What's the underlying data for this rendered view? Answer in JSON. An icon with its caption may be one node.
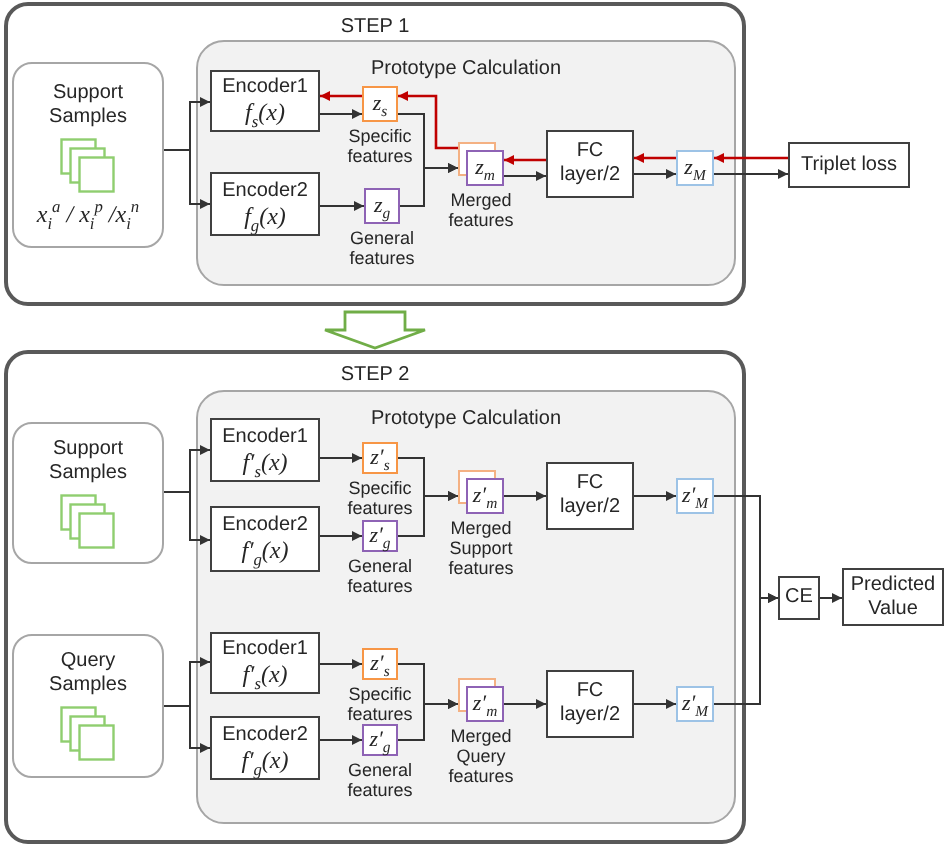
{
  "diagram": {
    "nodes": [
      {
        "text": [
          "STEP 1"
        ]
      },
      {
        "text": [
          "Prototype Calculation"
        ],
        "in": 0
      },
      {
        "text": [
          "Support Samples",
          "x$_{i}$$^{a}$ / x$_{i}$$^{p}$ /x$_{i}$$^{n}$"
        ],
        "in": 0
      },
      {
        "text": [
          "Encoder1",
          "f$_{s}$(x)"
        ],
        "in": 1
      },
      {
        "text": [
          "Encoder2",
          "f$_{g}$(x)"
        ],
        "in": 1
      },
      {
        "text": [
          "z$_{s}$"
        ],
        "in": 1,
        "beside": [
          "Specific features"
        ]
      },
      {
        "text": [
          "z$_{g}$"
        ],
        "in": 1,
        "beside": [
          "General features"
        ]
      },
      {
        "text": [
          "z$_{m}$"
        ],
        "in": 1,
        "beside": [
          "Merged features"
        ]
      },
      {
        "text": [
          "FC layer/2"
        ],
        "in": 1
      },
      {
        "text": [
          "z$_{M}$"
        ],
        "in": 1
      },
      {
        "text": [
          "Triplet loss"
        ]
      },
      {
        "text": [
          "STEP 2"
        ]
      },
      {
        "text": [
          "Prototype Calculation"
        ],
        "in": 11
      },
      {
        "text": [
          "Support Samples"
        ],
        "in": 11
      },
      {
        "text": [
          "Query Samples"
        ],
        "in": 11
      },
      {
        "text": [
          "Encoder1",
          "f′$_{s}$(x)"
        ],
        "in": 12
      },
      {
        "text": [
          "Encoder2",
          "f′$_{g}$(x)"
        ],
        "in": 12
      },
      {
        "text": [
          "z′$_{s}$"
        ],
        "in": 12,
        "beside": [
          "Specific features"
        ]
      },
      {
        "text": [
          "z′$_{g}$"
        ],
        "in": 12,
        "beside": [
          "General features"
        ]
      },
      {
        "text": [
          "z′$_{m}$"
        ],
        "in": 12,
        "beside": [
          "Merged Support features"
        ]
      },
      {
        "text": [
          "FC layer/2"
        ],
        "in": 12
      },
      {
        "text": [
          "z′$_{M}$"
        ],
        "in": 12
      },
      {
        "text": [
          "Encoder1",
          "f′$_{s}$(x)"
        ],
        "in": 12
      },
      {
        "text": [
          "Encoder2",
          "f′$_{g}$(x)"
        ],
        "in": 12
      },
      {
        "text": [
          "z′$_{s}$"
        ],
        "in": 12,
        "beside": [
          "Specific features"
        ]
      },
      {
        "text": [
          "z′$_{g}$"
        ],
        "in": 12,
        "beside": [
          "General features"
        ]
      },
      {
        "text": [
          "z′$_{m}$"
        ],
        "in": 12,
        "beside": [
          "Merged Query features"
        ]
      },
      {
        "text": [
          "FC layer/2"
        ],
        "in": 12
      },
      {
        "text": [
          "z′$_{M}$"
        ],
        "in": 12
      },
      {
        "text": [
          "CE"
        ]
      },
      {
        "text": [
          "Predicted Value"
        ]
      }
    ],
    "edges": [
      {
        "from": 2,
        "to": 3,
        "arrow": "to"
      },
      {
        "from": 2,
        "to": 4,
        "arrow": "to"
      },
      {
        "from": 3,
        "to": 5,
        "arrow": "to"
      },
      {
        "from": 5,
        "to": 3,
        "arrow": "to",
        "color": "#c00000"
      },
      {
        "from": 4,
        "to": 6,
        "arrow": "to"
      },
      {
        "from": 5,
        "to": 7,
        "arrow": "to"
      },
      {
        "from": 6,
        "to": 7,
        "arrow": "to"
      },
      {
        "from": 7,
        "to": 5,
        "arrow": "to",
        "color": "#c00000"
      },
      {
        "from": 7,
        "to": 8,
        "arrow": "to"
      },
      {
        "from": 8,
        "to": 7,
        "arrow": "to",
        "color": "#c00000"
      },
      {
        "from": 8,
        "to": 9,
        "arrow": "to"
      },
      {
        "from": 9,
        "to": 8,
        "arrow": "to",
        "color": "#c00000"
      },
      {
        "from": 9,
        "to": 10,
        "arrow": "to"
      },
      {
        "from": 10,
        "to": 9,
        "arrow": "to",
        "color": "#c00000"
      },
      {
        "from": 0,
        "to": 11,
        "arrow": "to",
        "style": "thick",
        "color": "#70ad47"
      },
      {
        "from": 13,
        "to": 15,
        "arrow": "to"
      },
      {
        "from": 13,
        "to": 16,
        "arrow": "to"
      },
      {
        "from": 15,
        "to": 17,
        "arrow": "to"
      },
      {
        "from": 16,
        "to": 18,
        "arrow": "to"
      },
      {
        "from": 17,
        "to": 19,
        "arrow": "to"
      },
      {
        "from": 18,
        "to": 19,
        "arrow": "to"
      },
      {
        "from": 19,
        "to": 20,
        "arrow": "to"
      },
      {
        "from": 20,
        "to": 21,
        "arrow": "to"
      },
      {
        "from": 14,
        "to": 22,
        "arrow": "to"
      },
      {
        "from": 14,
        "to": 23,
        "arrow": "to"
      },
      {
        "from": 22,
        "to": 24,
        "arrow": "to"
      },
      {
        "from": 23,
        "to": 25,
        "arrow": "to"
      },
      {
        "from": 24,
        "to": 26,
        "arrow": "to"
      },
      {
        "from": 25,
        "to": 26,
        "arrow": "to"
      },
      {
        "from": 26,
        "to": 27,
        "arrow": "to"
      },
      {
        "from": 27,
        "to": 28,
        "arrow": "to"
      },
      {
        "from": 21,
        "to": 29,
        "arrow": "to"
      },
      {
        "from": 28,
        "to": 29,
        "arrow": "to"
      },
      {
        "from": 29,
        "to": 30,
        "arrow": "to"
      }
    ]
  }
}
